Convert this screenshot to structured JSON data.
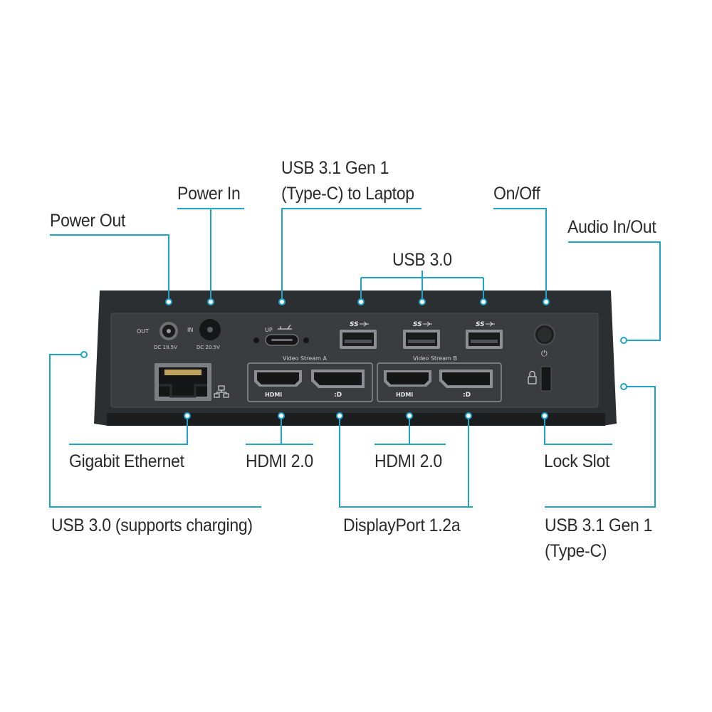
{
  "colors": {
    "leader": "#1ea3c9",
    "device_body": "#2c2f31",
    "device_panel": "#3a3d40",
    "device_edge": "#1b1d1f",
    "port_dark": "#0e0f10",
    "port_metal": "#8b8f93",
    "text": "#2a2a2a"
  },
  "callouts": {
    "power_out": "Power Out",
    "power_in": "Power In",
    "usb31_laptop_line1": "USB 3.1 Gen 1",
    "usb31_laptop_line2": "(Type-C) to Laptop",
    "on_off": "On/Off",
    "audio": "Audio In/Out",
    "usb30_top": "USB 3.0",
    "gigabit": "Gigabit Ethernet",
    "hdmi_a": "HDMI 2.0",
    "hdmi_b": "HDMI 2.0",
    "lock": "Lock Slot",
    "usb30_charging": "USB 3.0 (supports charging)",
    "displayport": "DisplayPort 1.2a",
    "usb31c_line1": "USB 3.1 Gen 1",
    "usb31c_line2": "(Type-C)"
  },
  "device_text": {
    "out": "OUT",
    "dc_out": "DC 19.5V",
    "in": "IN",
    "dc_in": "DC 20.5V",
    "up": "UP",
    "video_a": "Video Stream A",
    "video_b": "Video Stream B",
    "hdmi_a_logo": "HDMI",
    "hdmi_b_logo": "HDMI",
    "ss_1": "SS",
    "ss_2": "SS",
    "ss_3": "SS",
    "dp_a_logo": ":D",
    "dp_b_logo": ":D",
    "power_symbol": "⏻"
  }
}
